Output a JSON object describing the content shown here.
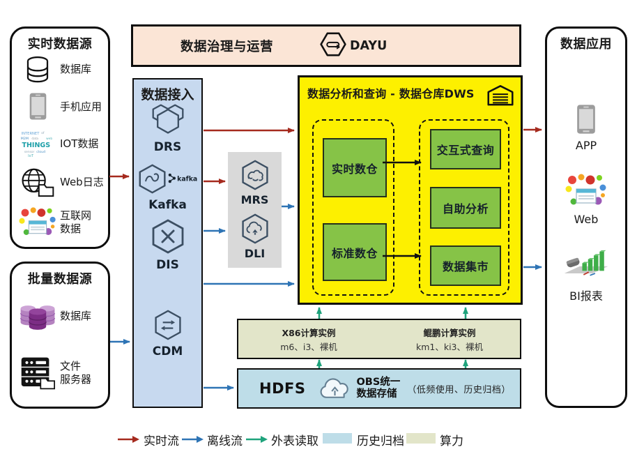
{
  "panels": {
    "realtime": {
      "title": "实时数据源",
      "items": [
        {
          "icon": "database-icon",
          "label": "数据库"
        },
        {
          "icon": "mobile-icon",
          "label": "手机应用"
        },
        {
          "icon": "iot-icon",
          "label": "IOT数据"
        },
        {
          "icon": "weblog-icon",
          "label": "Web日志"
        },
        {
          "icon": "internet-icon",
          "label": "互联网\n数据"
        }
      ]
    },
    "batch": {
      "title": "批量数据源",
      "items": [
        {
          "icon": "database-stack-icon",
          "label": "数据库"
        },
        {
          "icon": "file-server-icon",
          "label": "文件\n服务器"
        }
      ]
    },
    "governance": {
      "title": "数据治理与运营",
      "product": "DAYU"
    },
    "ingestion": {
      "title": "数据接入",
      "services": [
        "DRS",
        "Kafka",
        "DIS",
        "CDM"
      ]
    },
    "processing": {
      "services": [
        "MRS",
        "DLI"
      ]
    },
    "dws": {
      "title": "数据分析和查询 - 数据仓库DWS",
      "warehouses": [
        "实时数仓",
        "标准数仓"
      ],
      "query_services": [
        "交互式查询",
        "自助分析",
        "数据集市"
      ]
    },
    "compute": {
      "groups": [
        {
          "title": "X86计算实例",
          "sub": "m6、i3、裸机"
        },
        {
          "title": "鲲鹏计算实例",
          "sub": "km1、ki3、裸机"
        }
      ]
    },
    "storage": {
      "hdfs": "HDFS",
      "obs": "OBS统一\n数据存储",
      "note": "（低频使用、历史归档）"
    },
    "apps": {
      "title": "数据应用",
      "items": [
        {
          "icon": "mobile-icon",
          "label": "APP"
        },
        {
          "icon": "web-icon",
          "label": "Web"
        },
        {
          "icon": "bi-icon",
          "label": "BI报表"
        }
      ]
    }
  },
  "legend": {
    "items": [
      {
        "type": "arrow",
        "color": "#a52a1e",
        "label": "实时流"
      },
      {
        "type": "arrow",
        "color": "#2e74b5",
        "label": "离线流"
      },
      {
        "type": "arrow",
        "color": "#1fa37c",
        "label": "外表读取"
      },
      {
        "type": "swatch",
        "color": "#bedde8",
        "label": "历史归档"
      },
      {
        "type": "swatch",
        "color": "#e2e5c9",
        "label": "算力"
      }
    ]
  },
  "flow_colors": {
    "realtime": "#a52a1e",
    "offline": "#2e74b5",
    "external": "#1fa37c",
    "internal": "#111111"
  }
}
